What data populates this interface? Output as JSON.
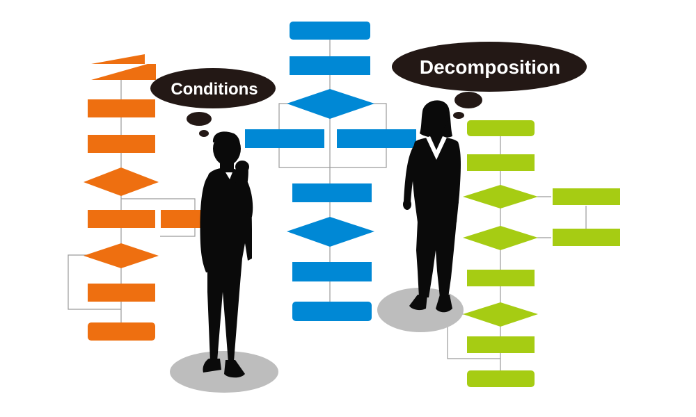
{
  "colors": {
    "orange": "#EE6F10",
    "blue": "#0088D5",
    "green": "#A6CC13",
    "connector": "#9A9A9A",
    "silhouette": "#0A0A0A",
    "bubble": "#231815",
    "shadow": "#BDBDBD",
    "shirt": "#FFFFFF"
  },
  "bubbles": {
    "left": {
      "label": "Conditions"
    },
    "right": {
      "label": "Decomposition"
    }
  },
  "flowcharts": {
    "orange": {
      "shapes": [
        "banner",
        "process",
        "process",
        "decision",
        "process",
        "process",
        "decision",
        "process",
        "terminator"
      ]
    },
    "blue": {
      "shapes": [
        "terminator",
        "process",
        "decision",
        "process",
        "process",
        "process",
        "decision",
        "process",
        "terminator"
      ]
    },
    "green": {
      "shapes": [
        "terminator",
        "process",
        "decision",
        "process",
        "decision",
        "process",
        "process",
        "decision",
        "process",
        "terminator"
      ]
    }
  },
  "figures": {
    "left": {
      "description_icon": "businessman-thinking-icon"
    },
    "right": {
      "description_icon": "businesswoman-standing-icon"
    }
  }
}
